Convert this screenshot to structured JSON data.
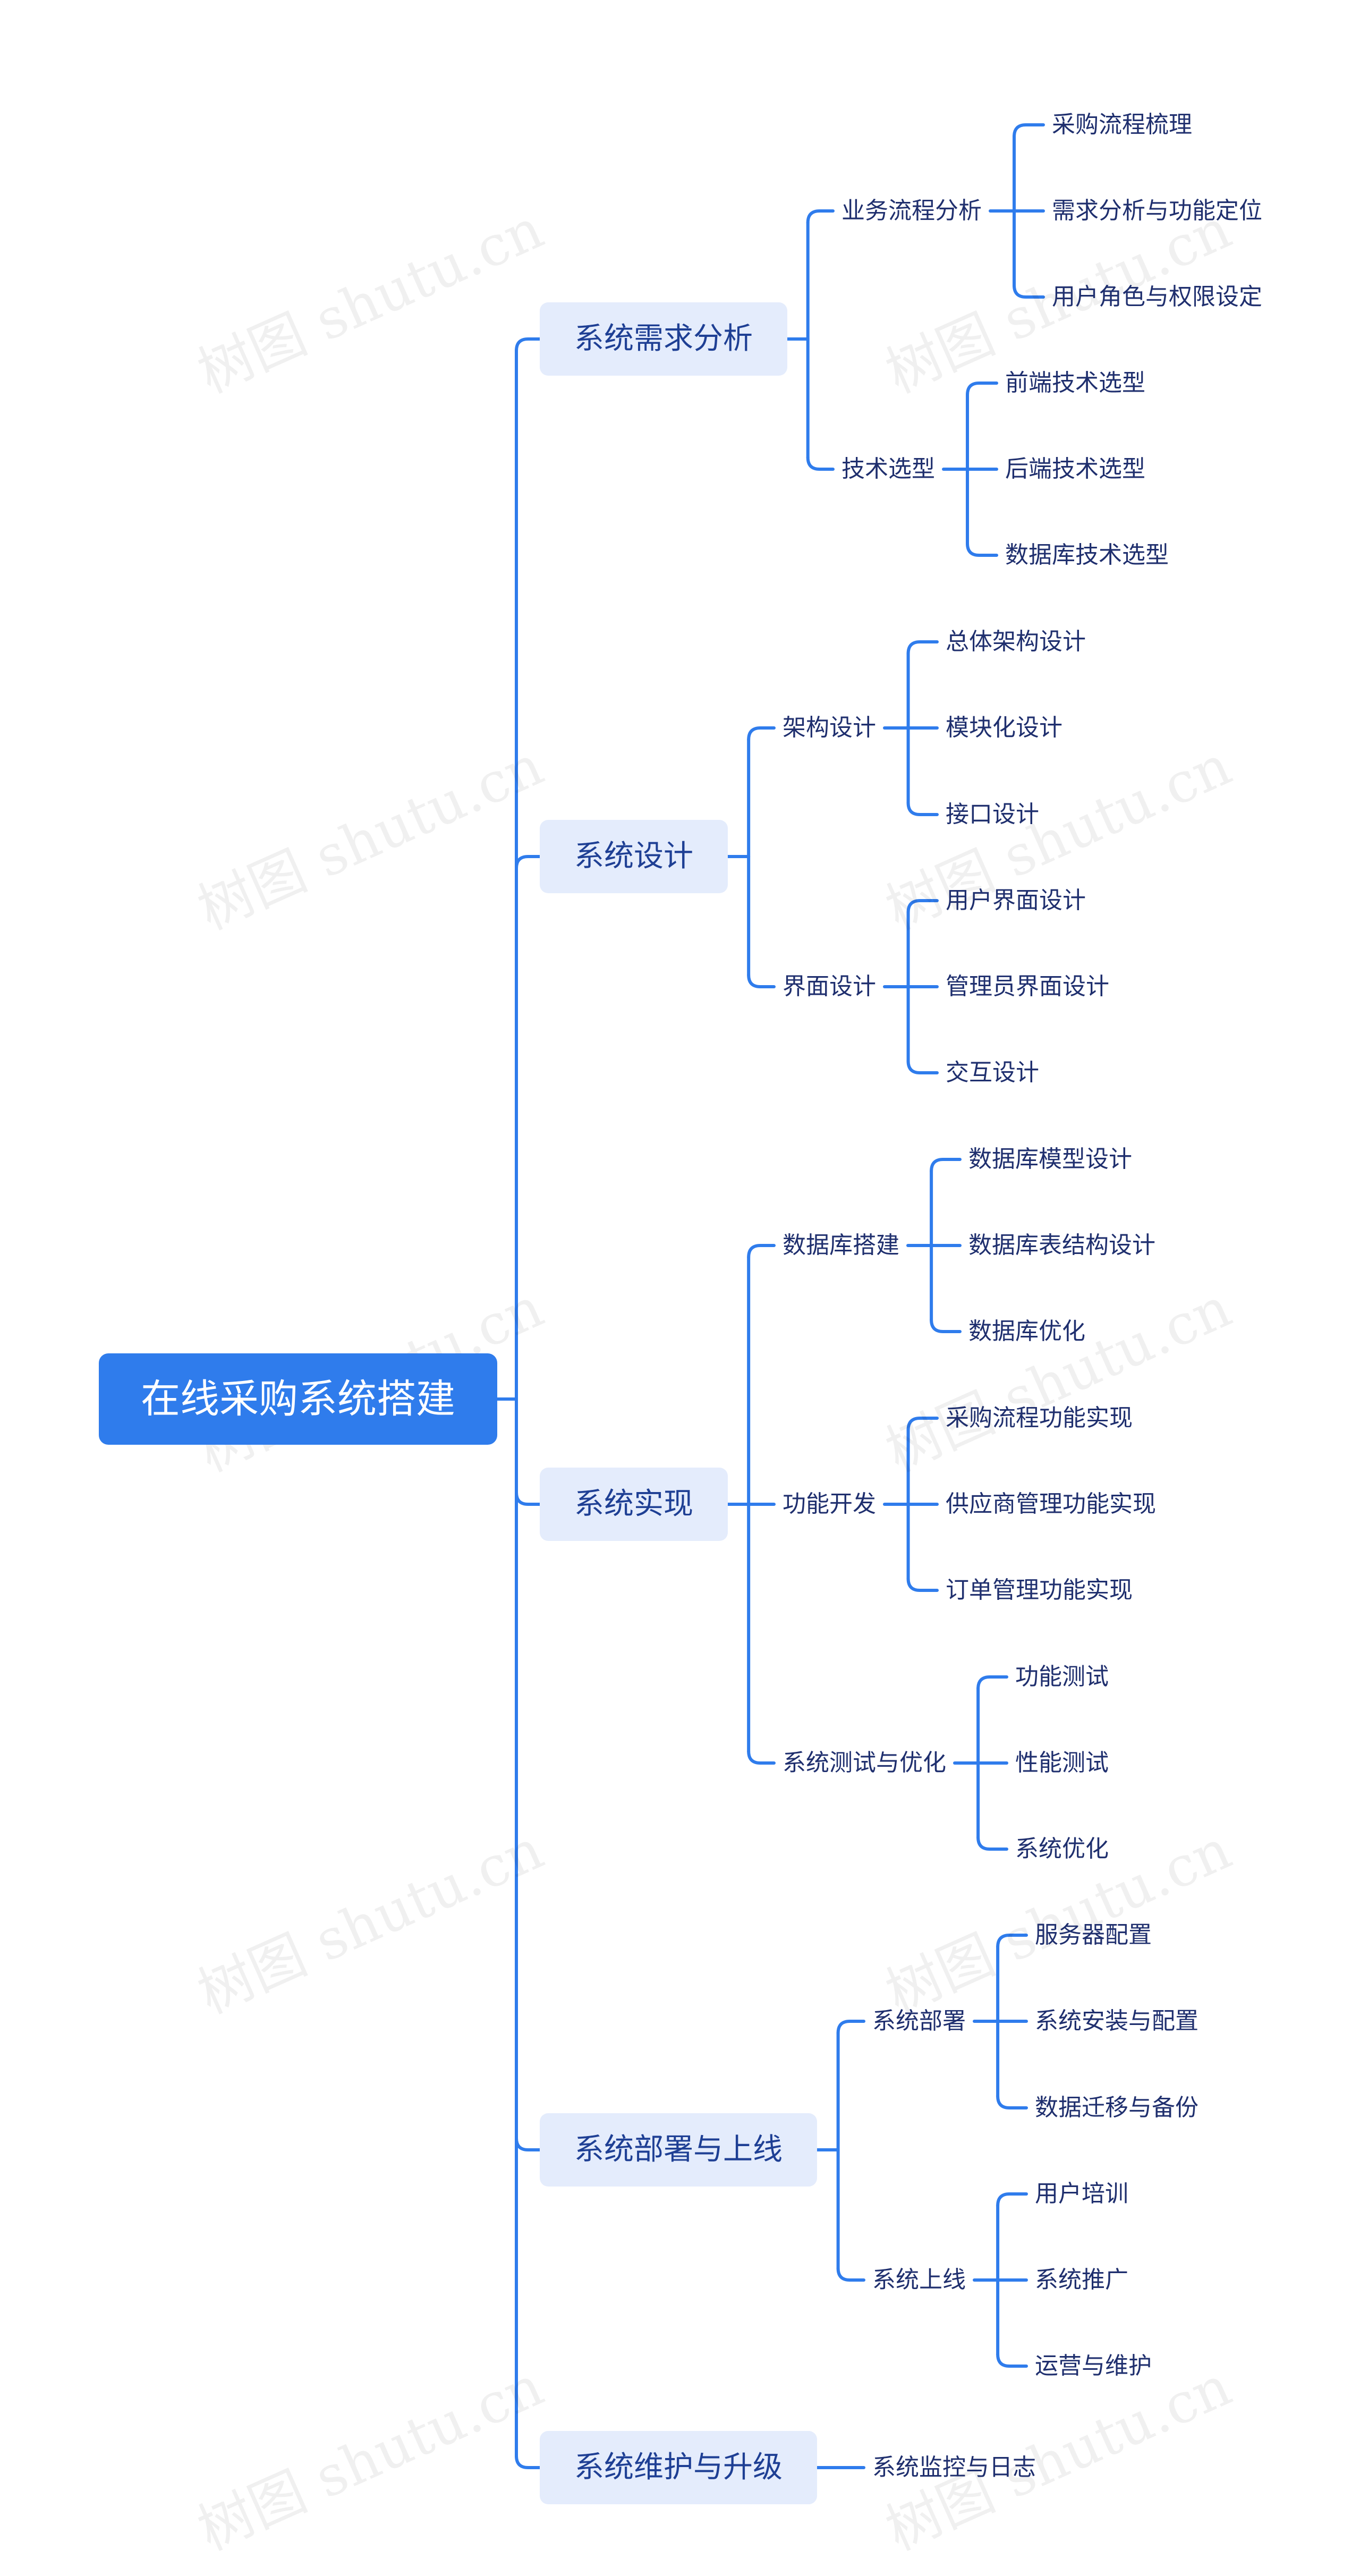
{
  "theme": {
    "line_color": "#2f7cec",
    "root_fill": "#2f7cec",
    "branch_fill": "#e4ecfc",
    "text_dark": "#1f2f6e"
  },
  "watermark": "树图 shutu.cn",
  "root": {
    "label": "在线采购系统搭建"
  },
  "branches": [
    {
      "label": "系统需求分析",
      "children": [
        {
          "label": "业务流程分析",
          "children": [
            "采购流程梳理",
            "需求分析与功能定位",
            "用户角色与权限设定"
          ]
        },
        {
          "label": "技术选型",
          "children": [
            "前端技术选型",
            "后端技术选型",
            "数据库技术选型"
          ]
        }
      ]
    },
    {
      "label": "系统设计",
      "children": [
        {
          "label": "架构设计",
          "children": [
            "总体架构设计",
            "模块化设计",
            "接口设计"
          ]
        },
        {
          "label": "界面设计",
          "children": [
            "用户界面设计",
            "管理员界面设计",
            "交互设计"
          ]
        }
      ]
    },
    {
      "label": "系统实现",
      "children": [
        {
          "label": "数据库搭建",
          "children": [
            "数据库模型设计",
            "数据库表结构设计",
            "数据库优化"
          ]
        },
        {
          "label": "功能开发",
          "children": [
            "采购流程功能实现",
            "供应商管理功能实现",
            "订单管理功能实现"
          ]
        },
        {
          "label": "系统测试与优化",
          "children": [
            "功能测试",
            "性能测试",
            "系统优化"
          ]
        }
      ]
    },
    {
      "label": "系统部署与上线",
      "children": [
        {
          "label": "系统部署",
          "children": [
            "服务器配置",
            "系统安装与配置",
            "数据迁移与备份"
          ]
        },
        {
          "label": "系统上线",
          "children": [
            "用户培训",
            "系统推广",
            "运营与维护"
          ]
        }
      ]
    },
    {
      "label": "系统维护与升级",
      "children": [
        {
          "label": "系统监控与日志",
          "children": []
        }
      ]
    }
  ]
}
